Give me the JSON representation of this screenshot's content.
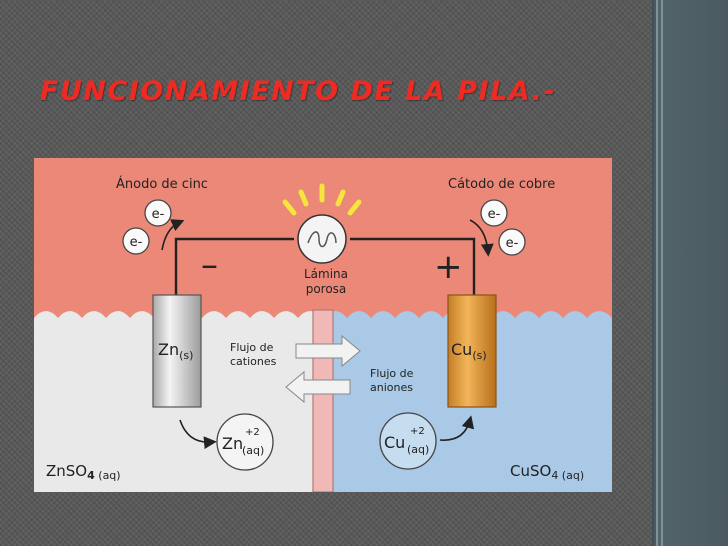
{
  "slide": {
    "title": "FUNCIONAMIENTO DE LA PILA.-"
  },
  "diagram": {
    "anode_label": "Ánodo de cinc",
    "cathode_label": "Cátodo de cobre",
    "electron": "e-",
    "minus_sign": "–",
    "plus_sign": "+",
    "membrane_label_line1": "Lámina",
    "membrane_label_line2": "porosa",
    "zn": {
      "symbol": "Zn",
      "sub": "(s)"
    },
    "cu": {
      "symbol": "Cu",
      "sub": "(s)"
    },
    "cation_flow_line1": "Flujo de",
    "cation_flow_line2": "cationes",
    "anion_flow_line1": "Flujo de",
    "anion_flow_line2": "aniones",
    "zn_ion": {
      "symbol": "Zn",
      "charge": "+2",
      "sub": "(aq)"
    },
    "cu_ion": {
      "symbol": "Cu",
      "charge": "+2",
      "sub": "(aq)"
    },
    "left_solution": {
      "formula": "ZnSO",
      "index": "4",
      "state": " (aq)"
    },
    "right_solution": {
      "formula": "CuSO",
      "index": "4",
      "state": " (aq)"
    }
  },
  "colors": {
    "title": "#ee2a22",
    "upper_zone": "#ec8878",
    "left_solution": "#e9e9e9",
    "right_solution": "#a9c9e6",
    "membrane": "#f0b8b6",
    "zinc_electrode": "#d8d8d8",
    "copper_electrode": "#e8a039",
    "bulb_rays": "#f5e53c"
  }
}
